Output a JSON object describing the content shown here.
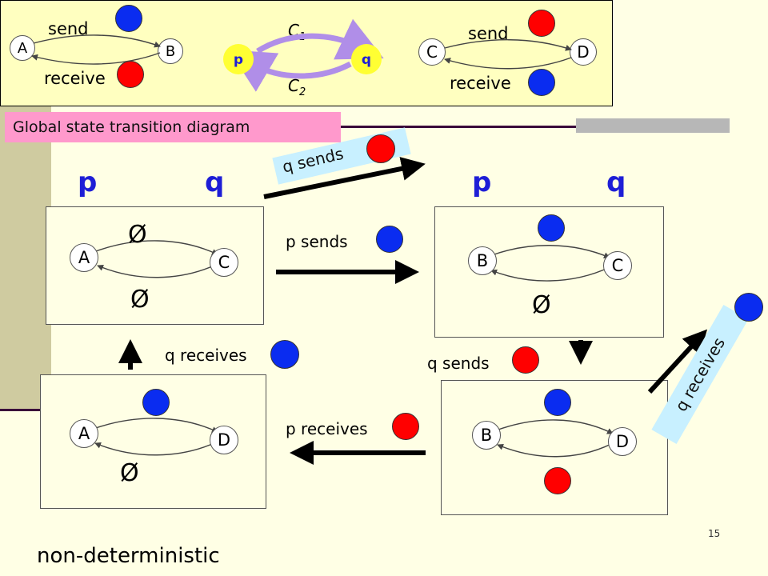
{
  "legend": {
    "left": {
      "from": "A",
      "to": "B",
      "send": "send",
      "receive": "receive"
    },
    "center": {
      "p": "p",
      "q": "q",
      "c1": "C",
      "c1_sub": "1",
      "c2": "C",
      "c2_sub": "2"
    },
    "right": {
      "from": "C",
      "to": "D",
      "send": "send",
      "receive": "receive"
    }
  },
  "banner": "Global state transition diagram",
  "headers": {
    "p": "p",
    "q": "q"
  },
  "empty_symbol": "Ø",
  "states": {
    "tl": {
      "left": "A",
      "right": "C"
    },
    "tr": {
      "left": "B",
      "right": "C"
    },
    "bl": {
      "left": "A",
      "right": "D"
    },
    "br": {
      "left": "B",
      "right": "D"
    }
  },
  "transitions": {
    "q_sends_top": "q sends",
    "p_sends": "p sends",
    "q_sends_right": "q sends",
    "p_receives": "p receives",
    "q_receives_left": "q receives",
    "q_receives_right": "q receives"
  },
  "colors": {
    "red": "#ff0000",
    "blue": "#0a2cf0"
  },
  "footer": {
    "note": "non-deterministic",
    "page_number": "15"
  }
}
